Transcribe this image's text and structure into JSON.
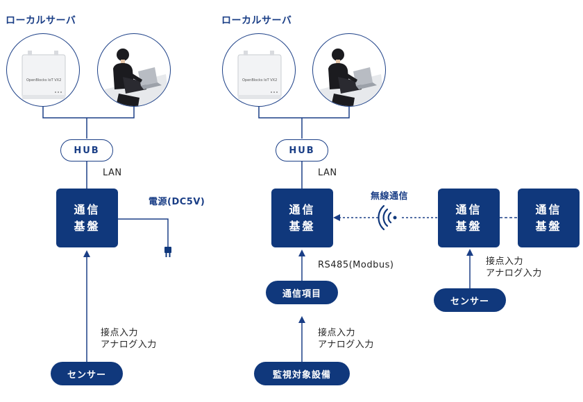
{
  "left": {
    "title": "ローカルサーバ",
    "hub": "HUB",
    "lan": "LAN",
    "unit": "通信\n基盤",
    "power_label": "電源(DC5V)",
    "input_label": "接点入力\nアナログ入力",
    "sensor": "センサー"
  },
  "right": {
    "title": "ローカルサーバ",
    "hub": "HUB",
    "lan": "LAN",
    "unit_main": "通信\n基盤",
    "unit_wireless_1": "通信\n基盤",
    "unit_wireless_2": "通信\n基盤",
    "wireless_label": "無線通信",
    "rs485_label": "RS485(Modbus)",
    "comm_item": "通信項目",
    "input_label_lower": "接点入力\nアナログ入力",
    "input_label_sensor": "接点入力\nアナログ入力",
    "equipment": "監視対象設備",
    "sensor": "センサー"
  },
  "device_brand": "OpenBlocks IoT VX2",
  "icons": [
    "server-icon",
    "person-laptop-icon",
    "power-plug-icon",
    "wireless-signal-icon"
  ],
  "colors": {
    "navy": "#10387c",
    "line": "#1a3e86"
  }
}
